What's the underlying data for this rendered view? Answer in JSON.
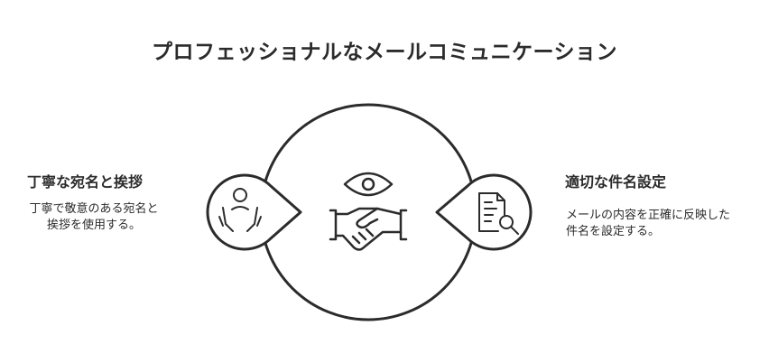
{
  "title": "プロフェッショナルなメールコミュニケーション",
  "left": {
    "heading": "丁寧な宛名と挨拶",
    "desc_line1": "丁寧で敬意のある宛名と",
    "desc_line2": "挨拶を使用する。",
    "icon": "person-hands-icon"
  },
  "right": {
    "heading": "適切な件名設定",
    "desc_line1": "メールの内容を正確に反映した",
    "desc_line2": "件名を設定する。",
    "icon": "document-search-icon"
  },
  "center": {
    "icons": [
      "eye-icon",
      "handshake-icon"
    ]
  },
  "colors": {
    "stroke": "#2b2b2b",
    "background": "#ffffff"
  }
}
